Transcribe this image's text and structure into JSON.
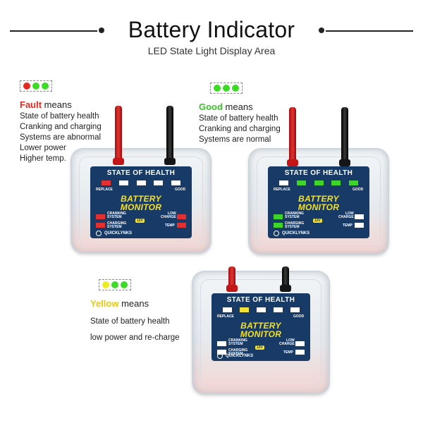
{
  "header": {
    "title": "Battery Indicator",
    "subtitle": "LED State Light Display Area"
  },
  "legends": [
    {
      "leds": [
        "red",
        "green",
        "green"
      ],
      "keyword": "Fault",
      "keyword_color": "#e32a22",
      "suffix": " means",
      "lines": [
        "State of battery health",
        "Cranking and charging",
        "Systems  are abnormal",
        "Lower power",
        "Higher temp."
      ]
    },
    {
      "leds": [
        "green",
        "green",
        "green"
      ],
      "keyword": "Good",
      "keyword_color": "#3cc52a",
      "suffix": " means",
      "lines": [
        "State of battery health",
        "Cranking and charging",
        "Systems are normal"
      ]
    },
    {
      "leds": [
        "yellow",
        "green",
        "green"
      ],
      "keyword": "Yellow",
      "keyword_color": "#e3c81a",
      "suffix": " means",
      "lines": [
        "State of battery health",
        "low power and re-charge"
      ]
    }
  ],
  "device_labels": {
    "state_of_health": "STATE OF HEALTH",
    "replace": "REPLACE",
    "good": "GOOD",
    "battery": "BATTERY",
    "monitor": "MONITOR",
    "cranking_system": "CRANKING\nSYSTEM",
    "charging_system": "CHARGING\nSYSTEM",
    "low_charge": "LOW\nCHARGE",
    "temp": "TEMP",
    "voltage": "12V",
    "brand": "QUICKLYNKS"
  },
  "devices": [
    {
      "state": "fault",
      "soh_leds": [
        "on-red",
        "off",
        "off",
        "off",
        "off"
      ],
      "cranking": "on-red",
      "charging": "on-red",
      "low_charge": "on-red",
      "temp": "on-red"
    },
    {
      "state": "good",
      "soh_leds": [
        "off",
        "on-green",
        "on-green",
        "on-green",
        "on-green"
      ],
      "cranking": "on-green",
      "charging": "on-green",
      "low_charge": "off",
      "temp": "off"
    },
    {
      "state": "yellow",
      "soh_leds": [
        "off",
        "on-yellow",
        "off",
        "off",
        "off"
      ],
      "cranking": "off",
      "charging": "off",
      "low_charge": "off",
      "temp": "off"
    }
  ]
}
